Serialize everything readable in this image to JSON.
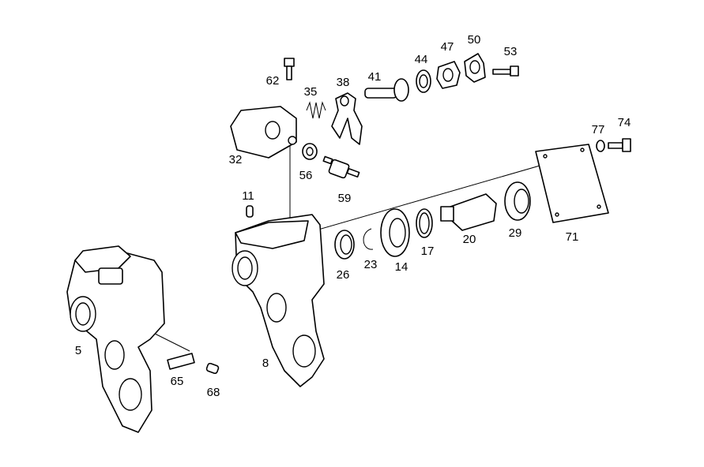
{
  "diagram": {
    "type": "exploded-parts-view",
    "part_labels": [
      "62",
      "35",
      "38",
      "41",
      "44",
      "47",
      "50",
      "53",
      "77",
      "74",
      "32",
      "56",
      "59",
      "11",
      "71",
      "29",
      "20",
      "17",
      "14",
      "23",
      "26",
      "5",
      "8",
      "65",
      "68"
    ]
  }
}
